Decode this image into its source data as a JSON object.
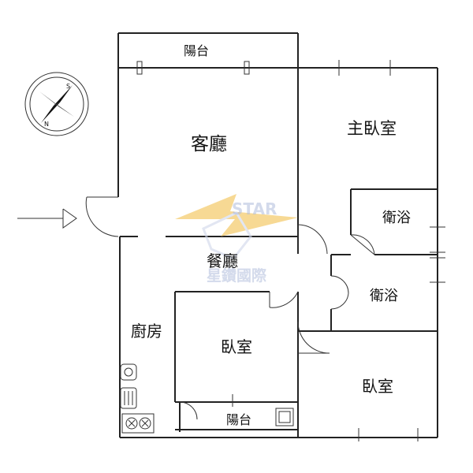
{
  "rooms": {
    "balcony_top": "陽台",
    "living": "客廳",
    "master_bedroom": "主臥室",
    "bath_1": "衛浴",
    "bath_2": "衛浴",
    "dining": "餐廳",
    "kitchen": "廚房",
    "bedroom_center": "臥室",
    "bedroom_right": "臥室",
    "balcony_bottom": "陽台"
  },
  "watermark": {
    "logo_text": "STAR",
    "chinese_text": "星鑽國際"
  },
  "compass": {
    "north_label": "N",
    "south_label": "S"
  },
  "colors": {
    "wall": "#222222",
    "watermark_gold": "#f2c14e",
    "watermark_blue": "#7b8fc4"
  }
}
